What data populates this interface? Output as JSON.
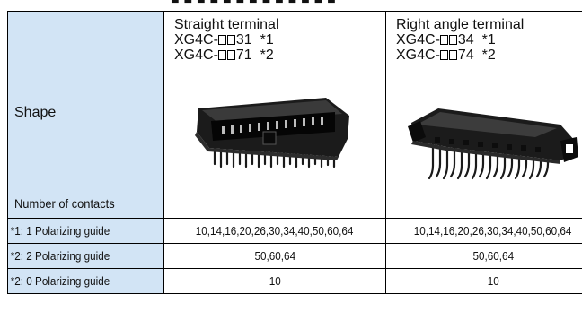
{
  "table": {
    "shape_label": "Shape",
    "contacts_label": "Number of contacts",
    "columns": [
      {
        "name": "Straight terminal",
        "model_prefix": "XG4C-",
        "models": [
          {
            "suffix": "31",
            "note": "*1"
          },
          {
            "suffix": "71",
            "note": "*2"
          }
        ],
        "image": "straight-terminal-connector-image"
      },
      {
        "name": "Right angle terminal",
        "model_prefix": "XG4C-",
        "models": [
          {
            "suffix": "34",
            "note": "*1"
          },
          {
            "suffix": "74",
            "note": "*2"
          }
        ],
        "image": "right-angle-terminal-connector-image"
      }
    ],
    "rows": [
      {
        "label": "*1:  1 Polarizing guide",
        "values": [
          "10,14,16,20,26,30,34,40,50,60,64",
          "10,14,16,20,26,30,34,40,50,60,64"
        ]
      },
      {
        "label": "*2:  2 Polarizing guide",
        "values": [
          "50,60,64",
          "50,60,64"
        ]
      },
      {
        "label": "*2:  0 Polarizing guide",
        "values": [
          "10",
          "10"
        ]
      }
    ]
  },
  "colors": {
    "label_bg": "#d2e4f5",
    "border": "#000000"
  }
}
